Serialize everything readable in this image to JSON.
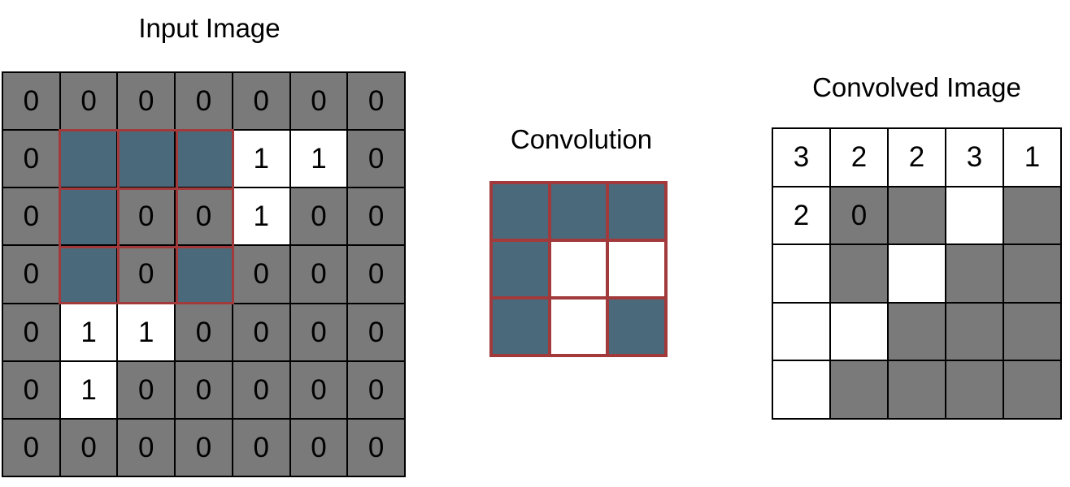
{
  "titles": {
    "input": "Input Image",
    "kernel": "Convolution",
    "output": "Convolved Image"
  },
  "colors": {
    "gray": "#7a7a7a",
    "white": "#ffffff",
    "teal": "#4a6a7b",
    "red_outline": "#a23a3c"
  },
  "input_grid": {
    "rows": [
      [
        {
          "fill": "gray",
          "text": "0"
        },
        {
          "fill": "gray",
          "text": "0"
        },
        {
          "fill": "gray",
          "text": "0"
        },
        {
          "fill": "gray",
          "text": "0"
        },
        {
          "fill": "gray",
          "text": "0"
        },
        {
          "fill": "gray",
          "text": "0"
        },
        {
          "fill": "gray",
          "text": "0"
        }
      ],
      [
        {
          "fill": "gray",
          "text": "0"
        },
        {
          "fill": "teal",
          "text": ""
        },
        {
          "fill": "teal",
          "text": ""
        },
        {
          "fill": "teal",
          "text": ""
        },
        {
          "fill": "white",
          "text": "1"
        },
        {
          "fill": "white",
          "text": "1"
        },
        {
          "fill": "gray",
          "text": "0"
        }
      ],
      [
        {
          "fill": "gray",
          "text": "0"
        },
        {
          "fill": "teal",
          "text": ""
        },
        {
          "fill": "gray",
          "text": "0"
        },
        {
          "fill": "gray",
          "text": "0"
        },
        {
          "fill": "white",
          "text": "1"
        },
        {
          "fill": "gray",
          "text": "0"
        },
        {
          "fill": "gray",
          "text": "0"
        }
      ],
      [
        {
          "fill": "gray",
          "text": "0"
        },
        {
          "fill": "teal",
          "text": ""
        },
        {
          "fill": "gray",
          "text": "0"
        },
        {
          "fill": "teal",
          "text": ""
        },
        {
          "fill": "gray",
          "text": "0"
        },
        {
          "fill": "gray",
          "text": "0"
        },
        {
          "fill": "gray",
          "text": "0"
        }
      ],
      [
        {
          "fill": "gray",
          "text": "0"
        },
        {
          "fill": "white",
          "text": "1"
        },
        {
          "fill": "white",
          "text": "1"
        },
        {
          "fill": "gray",
          "text": "0"
        },
        {
          "fill": "gray",
          "text": "0"
        },
        {
          "fill": "gray",
          "text": "0"
        },
        {
          "fill": "gray",
          "text": "0"
        }
      ],
      [
        {
          "fill": "gray",
          "text": "0"
        },
        {
          "fill": "white",
          "text": "1"
        },
        {
          "fill": "gray",
          "text": "0"
        },
        {
          "fill": "gray",
          "text": "0"
        },
        {
          "fill": "gray",
          "text": "0"
        },
        {
          "fill": "gray",
          "text": "0"
        },
        {
          "fill": "gray",
          "text": "0"
        }
      ],
      [
        {
          "fill": "gray",
          "text": "0"
        },
        {
          "fill": "gray",
          "text": "0"
        },
        {
          "fill": "gray",
          "text": "0"
        },
        {
          "fill": "gray",
          "text": "0"
        },
        {
          "fill": "gray",
          "text": "0"
        },
        {
          "fill": "gray",
          "text": "0"
        },
        {
          "fill": "gray",
          "text": "0"
        }
      ]
    ]
  },
  "kernel_grid": {
    "rows": [
      [
        {
          "fill": "teal",
          "text": ""
        },
        {
          "fill": "teal",
          "text": ""
        },
        {
          "fill": "teal",
          "text": ""
        }
      ],
      [
        {
          "fill": "teal",
          "text": ""
        },
        {
          "fill": "white",
          "text": ""
        },
        {
          "fill": "white",
          "text": ""
        }
      ],
      [
        {
          "fill": "teal",
          "text": ""
        },
        {
          "fill": "white",
          "text": ""
        },
        {
          "fill": "teal",
          "text": ""
        }
      ]
    ]
  },
  "output_grid": {
    "rows": [
      [
        {
          "fill": "white",
          "text": "3"
        },
        {
          "fill": "white",
          "text": "2"
        },
        {
          "fill": "white",
          "text": "2"
        },
        {
          "fill": "white",
          "text": "3"
        },
        {
          "fill": "white",
          "text": "1"
        }
      ],
      [
        {
          "fill": "white",
          "text": "2"
        },
        {
          "fill": "gray",
          "text": "0"
        },
        {
          "fill": "gray",
          "text": ""
        },
        {
          "fill": "white",
          "text": ""
        },
        {
          "fill": "gray",
          "text": ""
        }
      ],
      [
        {
          "fill": "white",
          "text": ""
        },
        {
          "fill": "gray",
          "text": ""
        },
        {
          "fill": "white",
          "text": ""
        },
        {
          "fill": "gray",
          "text": ""
        },
        {
          "fill": "gray",
          "text": ""
        }
      ],
      [
        {
          "fill": "white",
          "text": ""
        },
        {
          "fill": "white",
          "text": ""
        },
        {
          "fill": "gray",
          "text": ""
        },
        {
          "fill": "gray",
          "text": ""
        },
        {
          "fill": "gray",
          "text": ""
        }
      ],
      [
        {
          "fill": "white",
          "text": ""
        },
        {
          "fill": "gray",
          "text": ""
        },
        {
          "fill": "gray",
          "text": ""
        },
        {
          "fill": "gray",
          "text": ""
        },
        {
          "fill": "gray",
          "text": ""
        }
      ]
    ]
  }
}
